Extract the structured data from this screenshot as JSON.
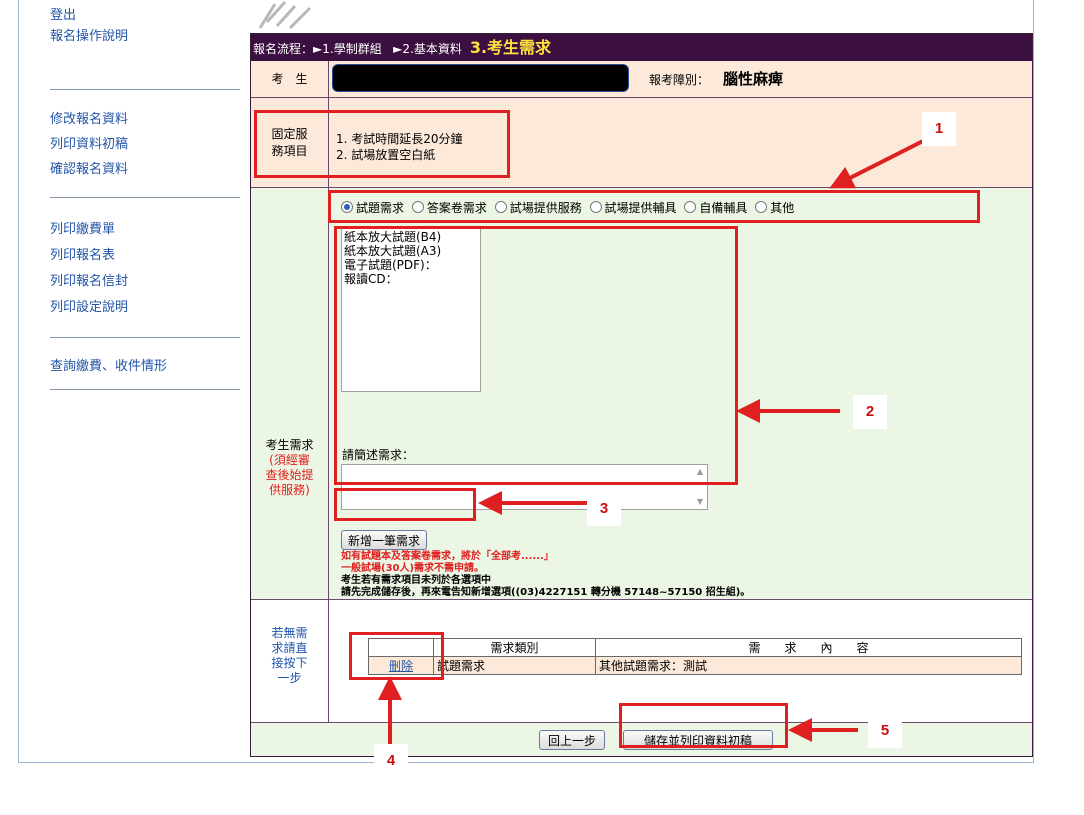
{
  "sidebar": {
    "items": [
      {
        "label": "登出"
      },
      {
        "label": "報名操作說明"
      },
      {
        "label": "修改報名資料"
      },
      {
        "label": "列印資料初稿"
      },
      {
        "label": "確認報名資料"
      },
      {
        "label": "列印繳費單"
      },
      {
        "label": "列印報名表"
      },
      {
        "label": "列印報名信封"
      },
      {
        "label": "列印設定說明"
      },
      {
        "label": "查詢繳費、收件情形"
      }
    ]
  },
  "flow": {
    "prefix": "報名流程：",
    "step1": "►1.學制群組",
    "step2": "►2.基本資料",
    "current": "3.考生需求"
  },
  "candidate": {
    "label": "考　生",
    "disability_label": "報考障別：",
    "disability_value": "腦性麻痺"
  },
  "fixed_service": {
    "label": "固定服務項目",
    "items": [
      "1.  考試時間延長20分鐘",
      "2.  試場放置空白紙"
    ]
  },
  "needs": {
    "label": "考生需求",
    "note": "(須經審查後始提供服務)",
    "tabs": [
      "試題需求",
      "答案卷需求",
      "試場提供服務",
      "試場提供輔具",
      "自備輔具",
      "其他"
    ],
    "selected_tab": "試題需求",
    "options": [
      "紙本放大試題(B4)",
      "紙本放大試題(A3)",
      "電子試題(PDF)：",
      "報讀CD："
    ],
    "describe_label": "請簡述需求：",
    "add_button": "新增一筆需求",
    "notices": [
      "如有試題本及答案卷需求，將於「全部考......」",
      "一般試場(30人)需求不需申請。",
      "考生若有需求項目未列於各選項中",
      "請先完成儲存後，再來電告知新增選項((03)4227151 轉分機 57148~57150 招生組)。"
    ]
  },
  "no_need": {
    "label": "若無需求請直接按下一步",
    "table": {
      "headers": [
        "",
        "需求類別",
        "需　　求　　內　　容"
      ],
      "rows": [
        {
          "action": "刪除",
          "category": "試題需求",
          "content": "其他試題需求：測試"
        }
      ]
    }
  },
  "footer": {
    "back_button": "回上一步",
    "save_button": "儲存並列印資料初稿"
  },
  "callouts": [
    "1",
    "2",
    "3",
    "4",
    "5"
  ],
  "colors": {
    "flow_bar": "#3b0f3f",
    "current_step": "#ffe040",
    "peach_row": "#fde9d9",
    "green_area": "#ebf7e4",
    "annotation_red": "#e02020",
    "link_blue": "#2255a8"
  }
}
